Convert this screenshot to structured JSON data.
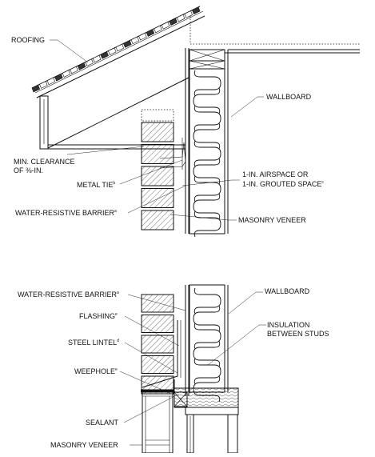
{
  "upper_detail": {
    "roofing": "ROOFING",
    "wallboard": "WALLBOARD",
    "min_clearance_line1": "MIN. CLEARANCE",
    "min_clearance_line2": "OF ⅜-IN.",
    "metal_tie": "METAL TIE",
    "metal_tie_note": "b",
    "airspace_line1": "1-IN. AIRSPACE OR",
    "airspace_line2": "1-IN. GROUTED SPACE",
    "airspace_note": "c",
    "wrb": "WATER-RESISTIVE BARRIER",
    "wrb_note": "a",
    "masonry_veneer": "MASONRY VENEER"
  },
  "lower_detail": {
    "wrb": "WATER-RESISTIVE BARRIER",
    "wrb_note": "a",
    "wallboard": "WALLBOARD",
    "flashing": "FLASHING",
    "flashing_note": "e",
    "insulation_line1": "INSULATION",
    "insulation_line2": "BETWEEN STUDS",
    "steel_lintel": "STEEL LINTEL",
    "steel_lintel_note": "d",
    "weephole": "WEEPHOLE",
    "weephole_note": "e",
    "sealant": "SEALANT",
    "masonry_veneer": "MASONRY VENEER"
  }
}
